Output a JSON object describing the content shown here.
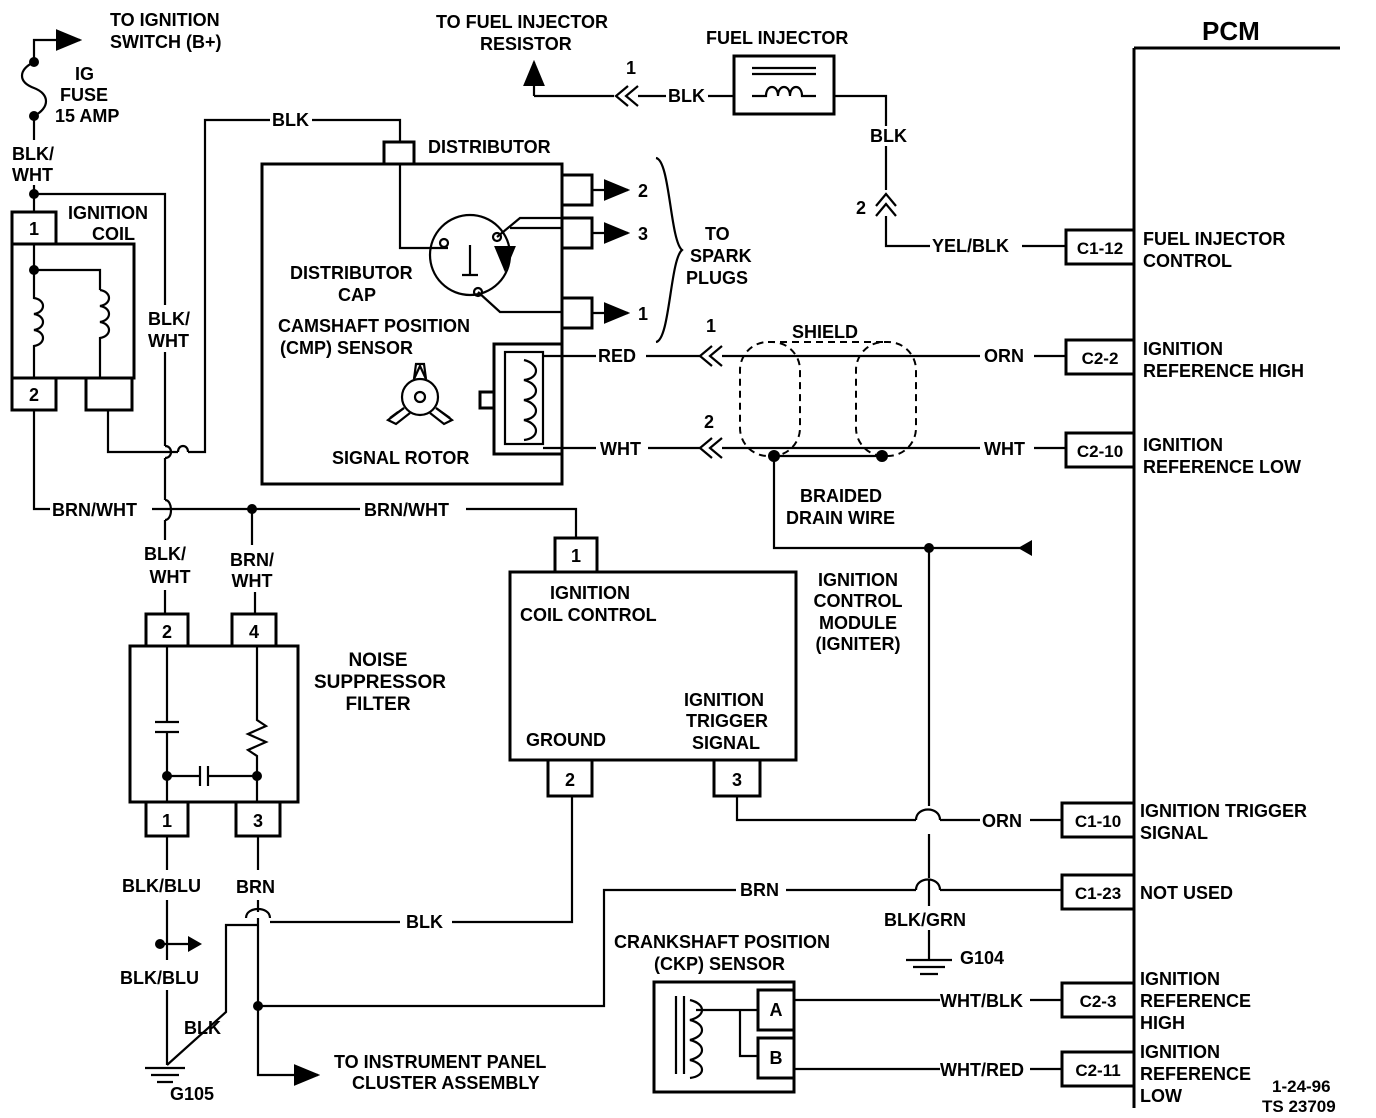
{
  "pcm": {
    "title": "PCM"
  },
  "power": {
    "to_ignition_switch": [
      "TO IGNITION",
      "SWITCH (B+)"
    ],
    "fuse": [
      "IG",
      "FUSE",
      "15 AMP"
    ],
    "wire_blk_wht": [
      "BLK/",
      "WHT"
    ]
  },
  "ignition_coil": {
    "label": [
      "IGNITION",
      "COIL"
    ],
    "pin1": "1",
    "pin2": "2"
  },
  "distributor": {
    "label": "DISTRIBUTOR",
    "cap_label": [
      "DISTRIBUTOR",
      "CAP"
    ],
    "cmp_label": [
      "CAMSHAFT POSITION",
      "(CMP) SENSOR"
    ],
    "rotor_label": "SIGNAL ROTOR",
    "plug_outputs": [
      "2",
      "3",
      "1"
    ],
    "to_spark_plugs": [
      "TO",
      "SPARK",
      "PLUGS"
    ]
  },
  "fuel_injector": {
    "label": "FUEL INJECTOR",
    "to_resistor": [
      "TO FUEL INJECTOR",
      "RESISTOR"
    ],
    "wire_blk": "BLK",
    "wire_blk2": "BLK",
    "conn1": "1",
    "conn2": "2",
    "wire_yel_blk": "YEL/BLK"
  },
  "wires": {
    "blk_top": "BLK",
    "blk_wht_mid": [
      "BLK/",
      "WHT"
    ],
    "brn_wht_left": "BRN/WHT",
    "brn_wht_right": "BRN/WHT",
    "blk_wht_lower": [
      "BLK/",
      "WHT"
    ],
    "brn_wht_lower": [
      "BRN/",
      "WHT"
    ],
    "red": "RED",
    "wht": "WHT",
    "orn_top": "ORN",
    "wht_right": "WHT",
    "conn_1": "1",
    "conn_2": "2",
    "shield": "SHIELD",
    "drain": [
      "BRAIDED",
      "DRAIN WIRE"
    ],
    "orn_trigger": "ORN",
    "brn_notused": "BRN",
    "blk_grn": "BLK/GRN",
    "g104": "G104",
    "blk_blu_1": "BLK/BLU",
    "blk_blu_2": "BLK/BLU",
    "brn": "BRN",
    "blk_ground": "BLK",
    "blk_g105": "BLK",
    "g105": "G105",
    "to_cluster": [
      "TO INSTRUMENT PANEL",
      "CLUSTER ASSEMBLY"
    ],
    "wht_blk": "WHT/BLK",
    "wht_red": "WHT/RED"
  },
  "noise_filter": {
    "label": [
      "NOISE",
      "SUPPRESSOR",
      "FILTER"
    ],
    "pins": [
      "2",
      "4",
      "1",
      "3"
    ]
  },
  "icm": {
    "label": [
      "IGNITION",
      "CONTROL",
      "MODULE",
      "(IGNITER)"
    ],
    "coil_control": [
      "IGNITION",
      "COIL CONTROL"
    ],
    "ground": "GROUND",
    "trigger": [
      "IGNITION",
      "TRIGGER",
      "SIGNAL"
    ],
    "pins": [
      "1",
      "2",
      "3"
    ]
  },
  "ckp": {
    "label": [
      "CRANKSHAFT POSITION",
      "(CKP) SENSOR"
    ],
    "pin_a": "A",
    "pin_b": "B"
  },
  "pcm_pins": [
    {
      "id": "C1-12",
      "label": [
        "FUEL INJECTOR",
        "CONTROL"
      ]
    },
    {
      "id": "C2-2",
      "label": [
        "IGNITION",
        "REFERENCE HIGH"
      ]
    },
    {
      "id": "C2-10",
      "label": [
        "IGNITION",
        "REFERENCE LOW"
      ]
    },
    {
      "id": "C1-10",
      "label": [
        "IGNITION TRIGGER",
        "SIGNAL"
      ]
    },
    {
      "id": "C1-23",
      "label": [
        "NOT USED"
      ]
    },
    {
      "id": "C2-3",
      "label": [
        "IGNITION",
        "REFERENCE",
        "HIGH"
      ]
    },
    {
      "id": "C2-11",
      "label": [
        "IGNITION",
        "REFERENCE",
        "LOW"
      ]
    }
  ],
  "footer": {
    "date": "1-24-96",
    "code": "TS 23709"
  }
}
